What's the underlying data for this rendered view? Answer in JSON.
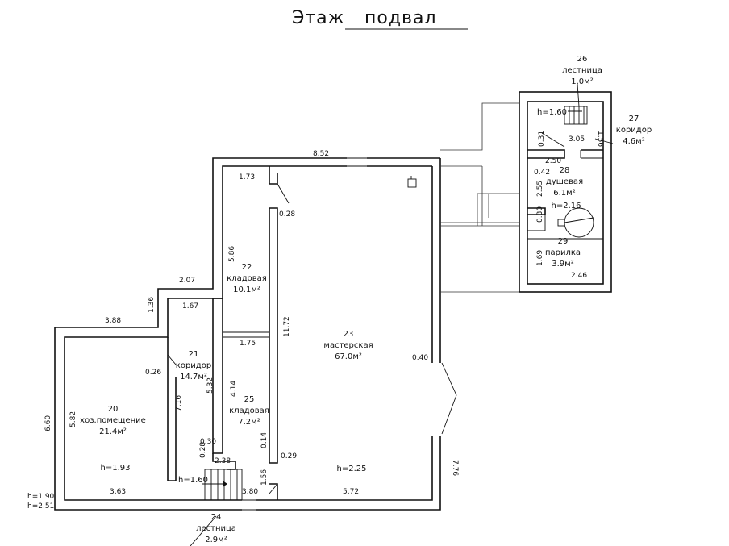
{
  "title": {
    "label": "Этаж",
    "value": "подвал"
  },
  "rooms": [
    {
      "num": "20",
      "name": "хоз.помещение",
      "area": "21.4м²",
      "height": "h=1.93"
    },
    {
      "num": "21",
      "name": "коридор",
      "area": "14.7м²",
      "height": ""
    },
    {
      "num": "22",
      "name": "кладовая",
      "area": "10.1м²",
      "height": ""
    },
    {
      "num": "23",
      "name": "мастерская",
      "area": "67.0м²",
      "height": "h=2.25"
    },
    {
      "num": "24",
      "name": "лестница",
      "area": "2.9м²",
      "height": "h=1.60"
    },
    {
      "num": "25",
      "name": "кладовая",
      "area": "7.2м²",
      "height": ""
    },
    {
      "num": "26",
      "name": "лестница",
      "area": "1.0м²",
      "height": "h=1.60"
    },
    {
      "num": "27",
      "name": "коридор",
      "area": "4.6м²",
      "height": ""
    },
    {
      "num": "28",
      "name": "душевая",
      "area": "6.1м²",
      "height": "h=2.16"
    },
    {
      "num": "29",
      "name": "парилка",
      "area": "3.9м²",
      "height": ""
    }
  ],
  "dimensions": {
    "top_852": "8.52",
    "d_173": "1.73",
    "d_028": "0.28",
    "d_586": "5.86",
    "d_207": "2.07",
    "d_136": "1.36",
    "d_388": "3.88",
    "d_167": "1.67",
    "d_1172": "11.72",
    "d_175": "1.75",
    "d_026": "0.26",
    "d_532": "5.32",
    "d_414": "4.14",
    "d_716": "7.16",
    "d_582": "5.82",
    "d_660": "6.60",
    "d_030": "0.30",
    "d_028b": "0.28",
    "d_238": "2.38",
    "d_014": "0.14",
    "d_029": "0.29",
    "d_156": "1.56",
    "d_363": "3.63",
    "d_380": "3.80",
    "d_572": "5.72",
    "d_040": "0.40",
    "d_776": "7.76",
    "d_156b": "1.56",
    "d_031": "0.31",
    "d_305": "3.05",
    "d_250": "2.50",
    "d_042": "0.42",
    "d_255": "2.55",
    "d_030b": "0.30",
    "d_169": "1.69",
    "d_246": "2.46"
  },
  "left_notes": {
    "a": "h=1.90",
    "b": "h=2.51"
  }
}
